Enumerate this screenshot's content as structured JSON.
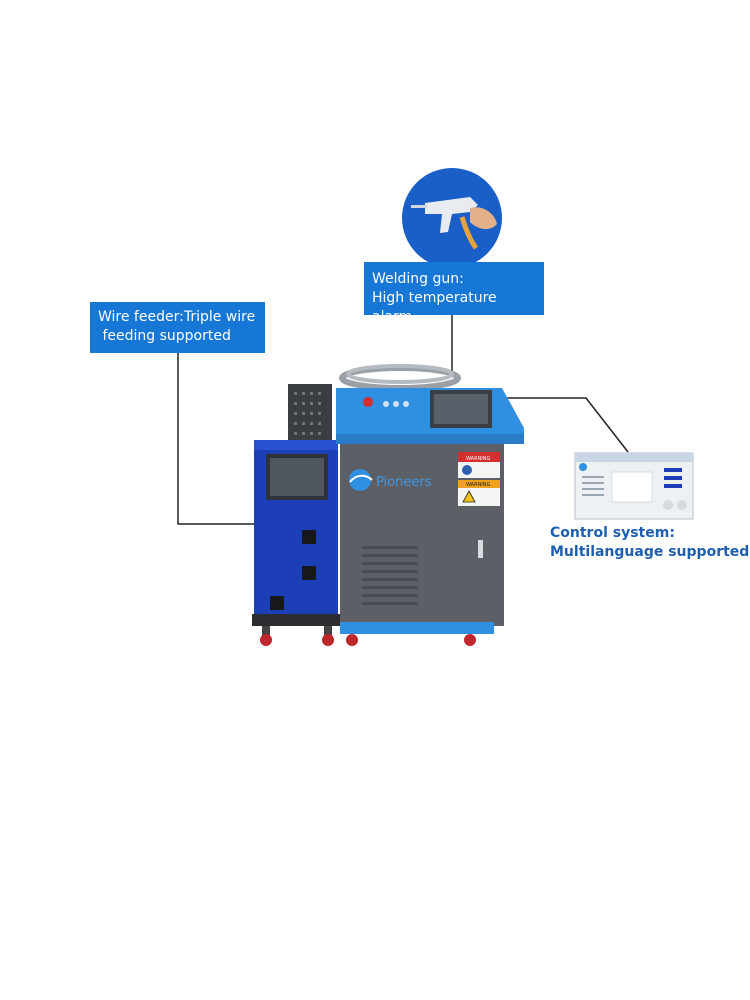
{
  "callouts": {
    "wire_feeder": {
      "line1": "Wire feeder:Triple wire",
      "line2": " feeding supported"
    },
    "welding_gun": {
      "line1": "Welding gun:",
      "line2": "High temperature alarm"
    },
    "control_system": {
      "line1": "Control system:",
      "line2": "Multilanguage supported"
    }
  },
  "machine": {
    "brand": "Pioneers",
    "warning_label_1": "WARNING",
    "warning_label_2": "WARNING"
  },
  "colors": {
    "callout_bg": "#1677d6",
    "control_text": "#1f5fb0",
    "machine_blue": "#2f8fe0",
    "feeder_blue": "#1c3fb8",
    "machine_gray": "#5c6066"
  }
}
